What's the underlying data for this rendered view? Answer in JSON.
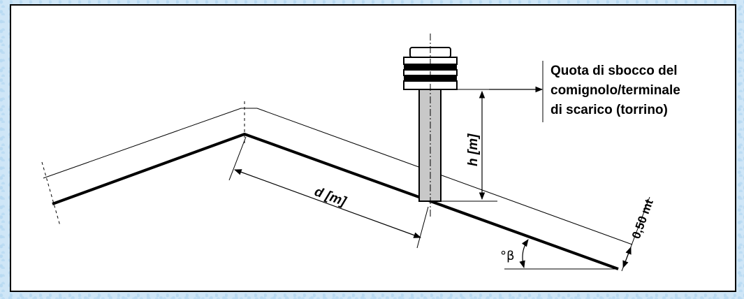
{
  "labels": {
    "outlet_line1": "Quota di sbocco del",
    "outlet_line2": "comignolo/terminale",
    "outlet_line3": "di scarico (torrino)",
    "height": "h [m]",
    "distance": "d [m]",
    "offset": "0,50 mt",
    "angle": "°β"
  }
}
